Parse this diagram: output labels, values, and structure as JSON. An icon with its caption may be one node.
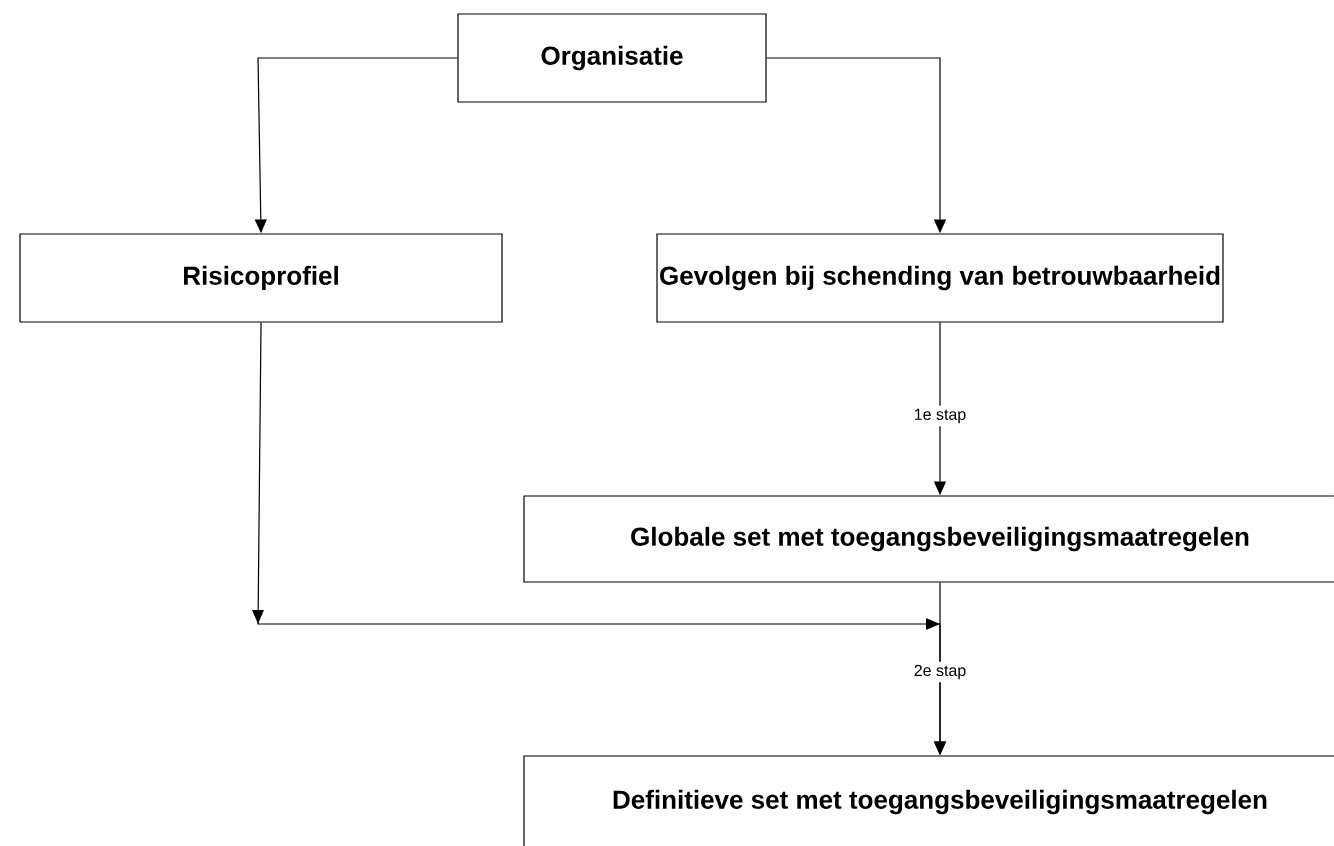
{
  "diagram": {
    "nodes": [
      {
        "text": [
          "Organisatie"
        ]
      },
      {
        "text": [
          "Risicoprofiel"
        ]
      },
      {
        "text": [
          "Gevolgen bij schending van betrouwbaarheid"
        ]
      },
      {
        "text": [
          "Globale set met toegangsbeveiligingsmaatregelen"
        ]
      },
      {
        "text": [
          "Definitieve set met toegangsbeveiligingsmaatregelen"
        ]
      }
    ],
    "edges": [
      {
        "from": 0,
        "to": 1,
        "arrow": "to"
      },
      {
        "from": 0,
        "to": 2,
        "arrow": "to"
      },
      {
        "from": 2,
        "to": 3,
        "arrow": "to",
        "label": "1e stap"
      },
      {
        "from": 1,
        "to": 4,
        "arrow": "to"
      },
      {
        "from": 3,
        "to": 4,
        "arrow": "to",
        "label": "2e stap"
      }
    ]
  }
}
